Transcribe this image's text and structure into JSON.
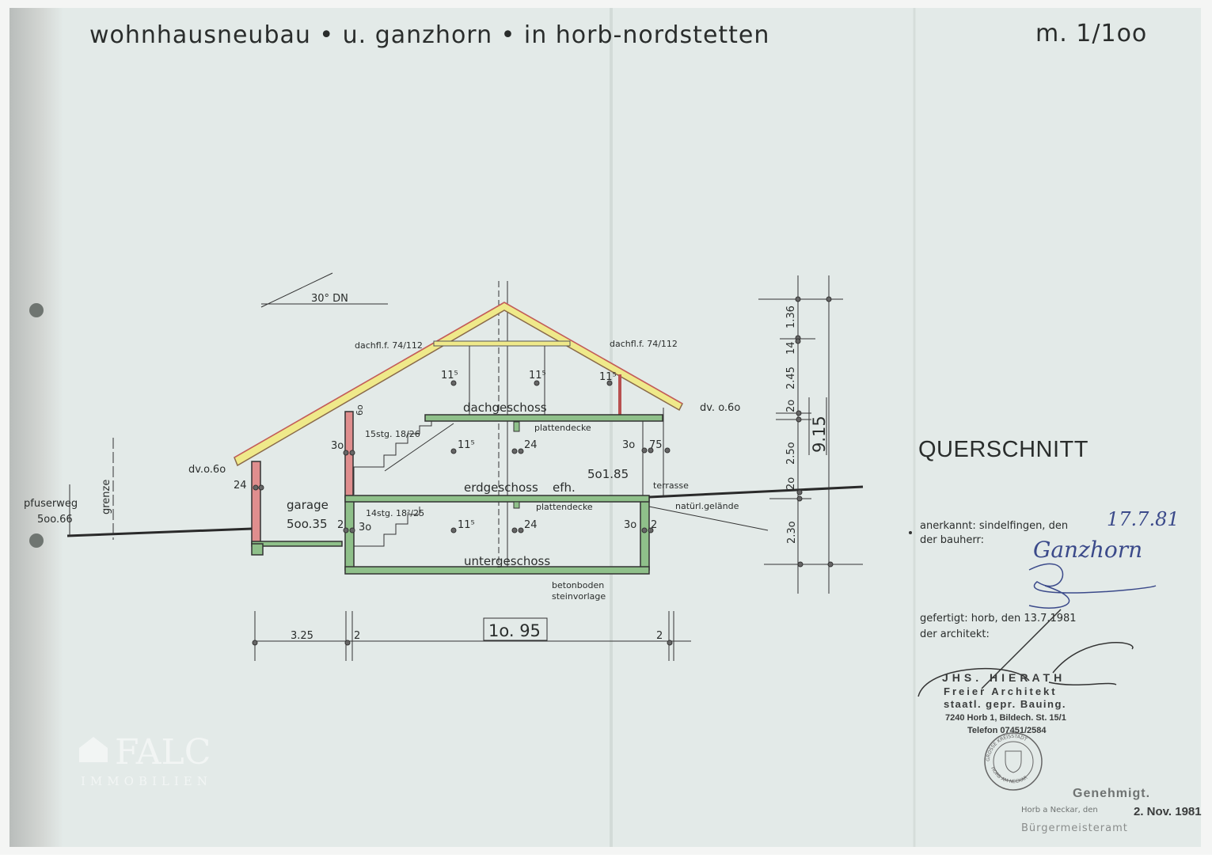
{
  "header": {
    "title": "wohnhausneubau • u. ganzhorn • in horb-nordstetten",
    "scale": "m. 1/1oo"
  },
  "drawing": {
    "roof_pitch": "30° DN",
    "rafter_left": "dachfl.f. 74/112",
    "rafter_right": "dachfl.f. 74/112",
    "eave_left": "dv.o.6o",
    "eave_right": "dv. o.6o",
    "floors": {
      "attic": "dachgeschoss",
      "ground": "erdgeschoss",
      "ground_suffix": "efh.",
      "basement": "untergeschoss",
      "garage": "garage"
    },
    "levels": {
      "ground_floor": "5o1.85",
      "garage": "5oo.35",
      "footpath": "5oo.66"
    },
    "labels": {
      "slab_upper": "plattendecke",
      "slab_lower": "plattendecke",
      "stairs_upper": "15stg. 18/26",
      "stairs_lower": "14stg. 18²/25",
      "terrace": "terrasse",
      "natural_ground": "natürl.gelände",
      "concrete_floor": "betonboden",
      "stone_base": "steinvorlage",
      "boundary": "grenze",
      "footpath": "pfuserweg",
      "knee_wall": "6o"
    },
    "wall_dims": {
      "w115_a": "11⁵",
      "w115_b": "11⁵",
      "w115_c": "11⁵",
      "w115_d": "11⁵",
      "w115_e": "11⁵",
      "w24_a": "24",
      "w24_b": "24",
      "w24_garage": "24",
      "w30_a": "3o",
      "w30_b": "3o",
      "w30_c": "3o",
      "w30_d": "3o",
      "w75": "75",
      "w2_a": "2",
      "w2_b": "2"
    },
    "horizontal_dims": [
      "3.25",
      "2",
      "1o. 95",
      "2"
    ],
    "vertical_dims": [
      "1.36",
      "14",
      "2.45",
      "2o",
      "2.5o",
      "2o",
      "2.3o"
    ],
    "total_height": "9.15"
  },
  "section_title": "QUERSCHNITT",
  "approval": {
    "accepted_line": "anerkannt: sindelfingen, den",
    "accepted_date": "17.7.81",
    "client_label": "der bauherr:",
    "client_signature": "Ganzhorn",
    "prepared_line": "gefertigt: horb, den 13.7.1981",
    "architect_label": "der architekt:"
  },
  "architect_stamp": {
    "name": "JHS. HIERATH",
    "title": "Freier Architekt",
    "qualification": "staatl. gepr. Bauing.",
    "address": "7240 Horb 1, Bildech. St. 15/1",
    "phone": "Telefon 07451/2584"
  },
  "city_seal": {
    "top": "GROSSE KREISSTADT",
    "bottom": "HORB AM NECKAR"
  },
  "approval_stamp": {
    "heading": "Genehmigt.",
    "place": "Horb a Neckar, den",
    "date": "2. Nov. 1981",
    "office": "Bürgermeisteramt"
  },
  "watermark": {
    "brand": "FALC",
    "sub": "IMMOBILIEN"
  },
  "colors": {
    "paper": "#e3eae8",
    "roof_yellow": "#efe98a",
    "wall_red": "#df8e8e",
    "slab_green": "#8fc08a",
    "ink": "#2a2d2c",
    "signature_blue": "#3b4a8a"
  }
}
